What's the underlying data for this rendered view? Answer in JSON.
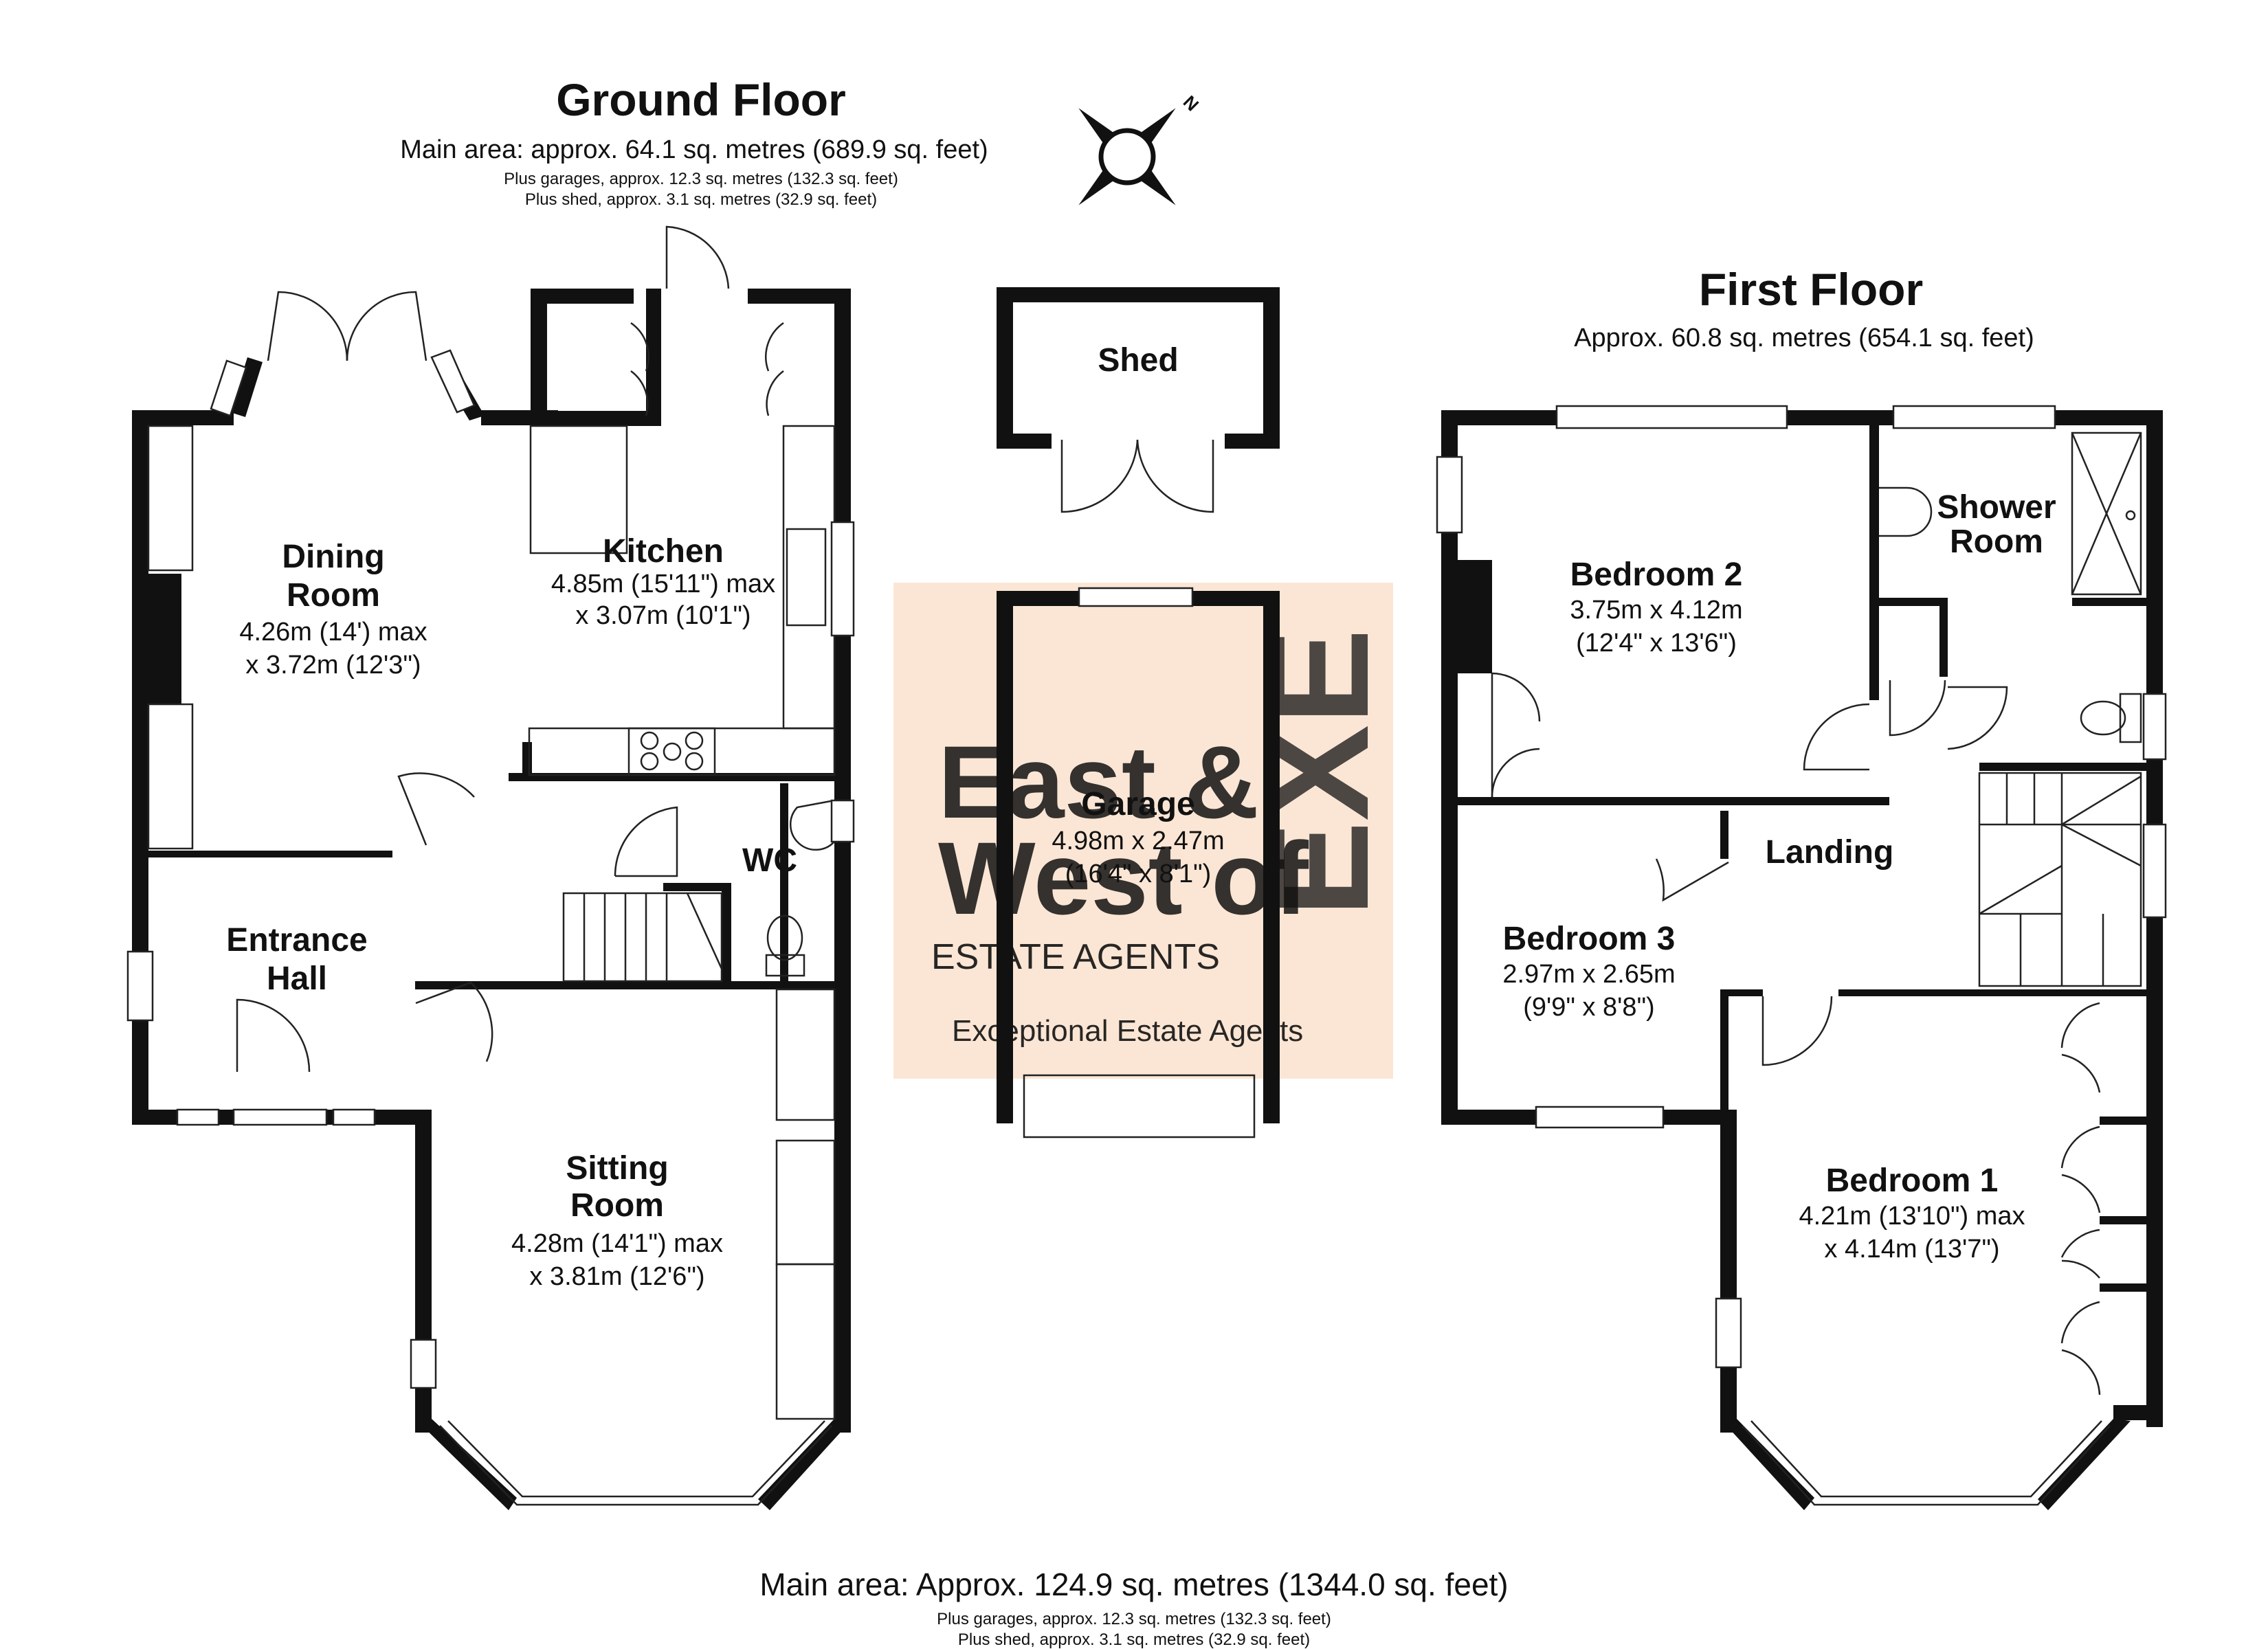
{
  "ground_floor": {
    "title": "Ground Floor",
    "main_area": "Main area: approx. 64.1 sq. metres (689.9 sq. feet)",
    "plus_garages": "Plus garages, approx. 12.3 sq. metres (132.3 sq. feet)",
    "plus_shed": "Plus shed, approx. 3.1 sq. metres (32.9 sq. feet)"
  },
  "first_floor": {
    "title": "First Floor",
    "area": "Approx. 60.8 sq. metres (654.1 sq. feet)"
  },
  "compass": {
    "north_label": "N"
  },
  "rooms": {
    "dining": {
      "name1": "Dining",
      "name2": "Room",
      "dim1": "4.26m (14') max",
      "dim2": "x 3.72m (12'3\")"
    },
    "kitchen": {
      "name": "Kitchen",
      "dim1": "4.85m (15'11\") max",
      "dim2": "x 3.07m (10'1\")"
    },
    "wc": {
      "name": "WC"
    },
    "entrance": {
      "name1": "Entrance",
      "name2": "Hall"
    },
    "sitting": {
      "name1": "Sitting",
      "name2": "Room",
      "dim1": "4.28m (14'1\") max",
      "dim2": "x 3.81m (12'6\")"
    },
    "shed": {
      "name": "Shed"
    },
    "garage": {
      "name": "Garage",
      "dim1": "4.98m x 2.47m",
      "dim2": "(16'4\" x 8'1\")"
    },
    "bedroom2": {
      "name": "Bedroom 2",
      "dim1": "3.75m x 4.12m",
      "dim2": "(12'4\" x 13'6\")"
    },
    "shower": {
      "name1": "Shower",
      "name2": "Room"
    },
    "landing": {
      "name": "Landing"
    },
    "bedroom3": {
      "name": "Bedroom 3",
      "dim1": "2.97m x 2.65m",
      "dim2": "(9'9\" x 8'8\")"
    },
    "bedroom1": {
      "name": "Bedroom 1",
      "dim1": "4.21m (13'10\") max",
      "dim2": "x 4.14m (13'7\")"
    }
  },
  "watermark": {
    "line1": "East &",
    "line2": "West of",
    "brand": "EXE",
    "line3": "ESTATE AGENTS",
    "tagline": "Exceptional Estate Agents"
  },
  "totals": {
    "main_area": "Main area: Approx. 124.9 sq. metres (1344.0 sq. feet)",
    "plus_garages": "Plus garages, approx. 12.3 sq. metres (132.3 sq. feet)",
    "plus_shed": "Plus shed, approx. 3.1 sq. metres (32.9 sq. feet)"
  }
}
